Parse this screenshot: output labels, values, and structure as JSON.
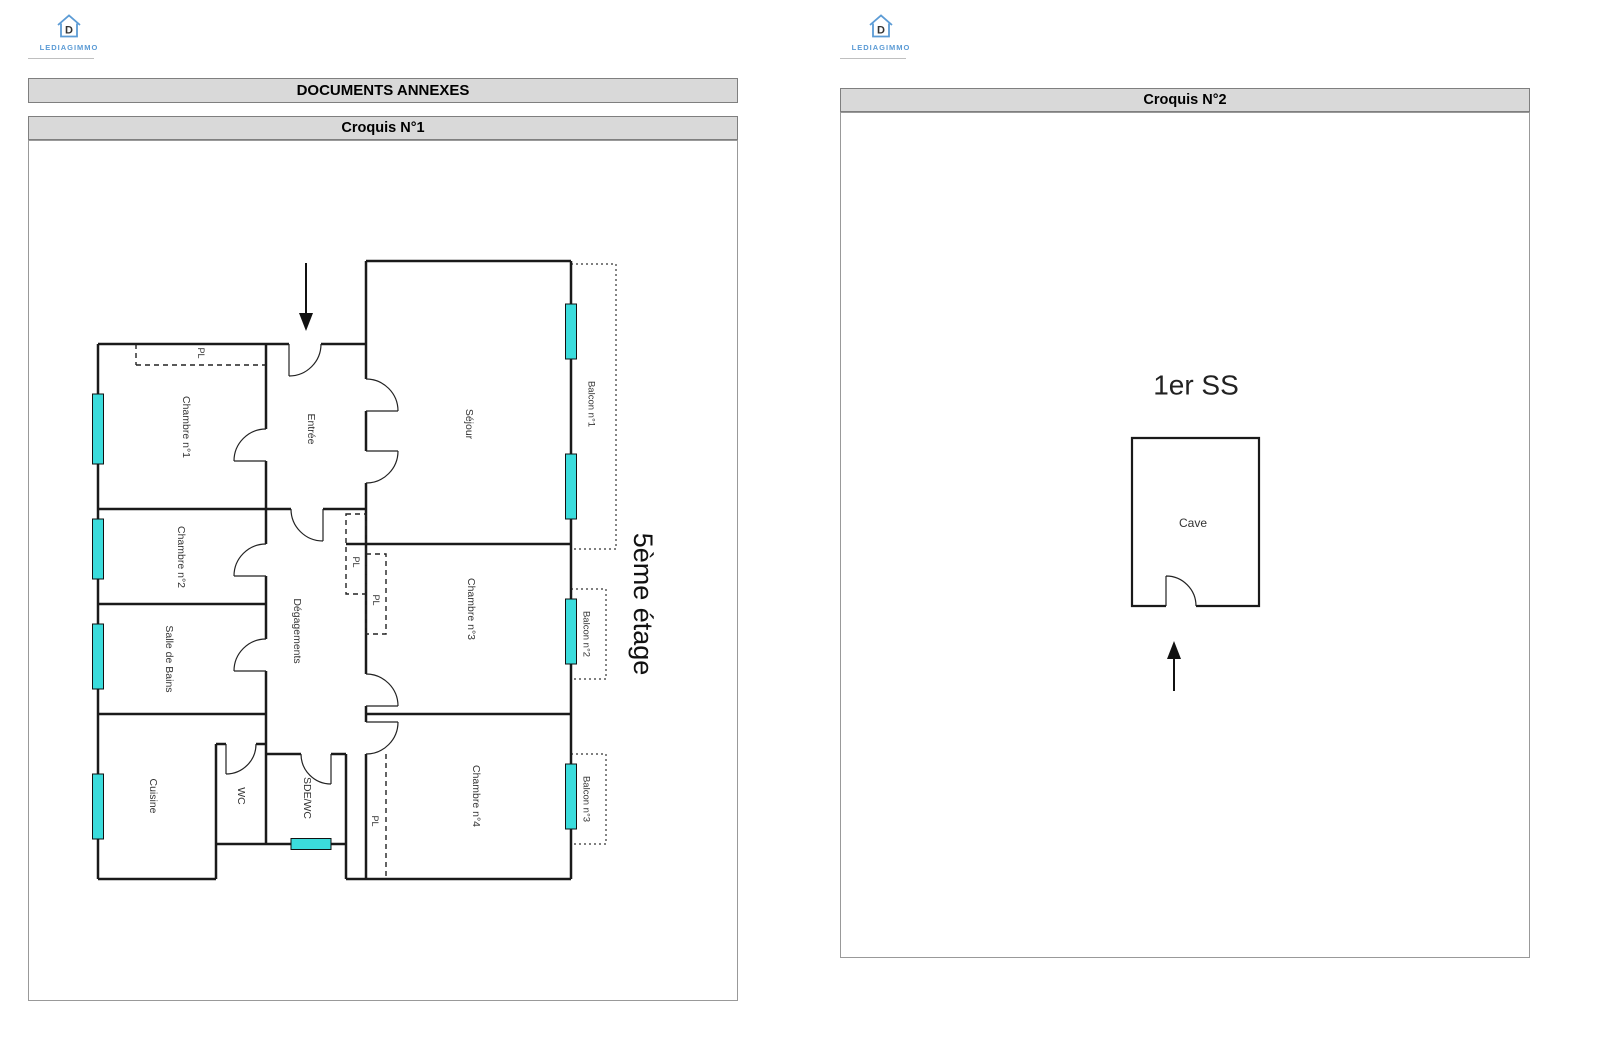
{
  "brand": {
    "name": "LEDIAGIMMO",
    "logo_letter": "D",
    "icon": "house-logo-icon"
  },
  "page1": {
    "header": "DOCUMENTS ANNEXES",
    "title": "Croquis N°1",
    "floor": "5ème étage",
    "rooms": {
      "chambre1": "Chambre n°1",
      "chambre2": "Chambre n°2",
      "chambre3": "Chambre n°3",
      "chambre4": "Chambre n°4",
      "entree": "Entrée",
      "sejour": "Séjour",
      "degagements": "Dégagements",
      "sdb": "Salle de Bains",
      "cuisine": "Cuisine",
      "wc": "WC",
      "sdewc": "SDE/WC",
      "pl": "PL",
      "balcon1": "Balcon n°1",
      "balcon2": "Balcon n°2",
      "balcon3": "Balcon n°3"
    }
  },
  "page2": {
    "title": "Croquis N°2",
    "level": "1er SS",
    "room_cave": "Cave"
  },
  "icons": {
    "entrance_arrow": "arrow-down-icon",
    "orientation_arrow": "arrow-up-icon"
  },
  "colors": {
    "window": "#3bdcdc",
    "bar_bg": "#d9d9d9",
    "logo_blue": "#5b9bd5"
  }
}
